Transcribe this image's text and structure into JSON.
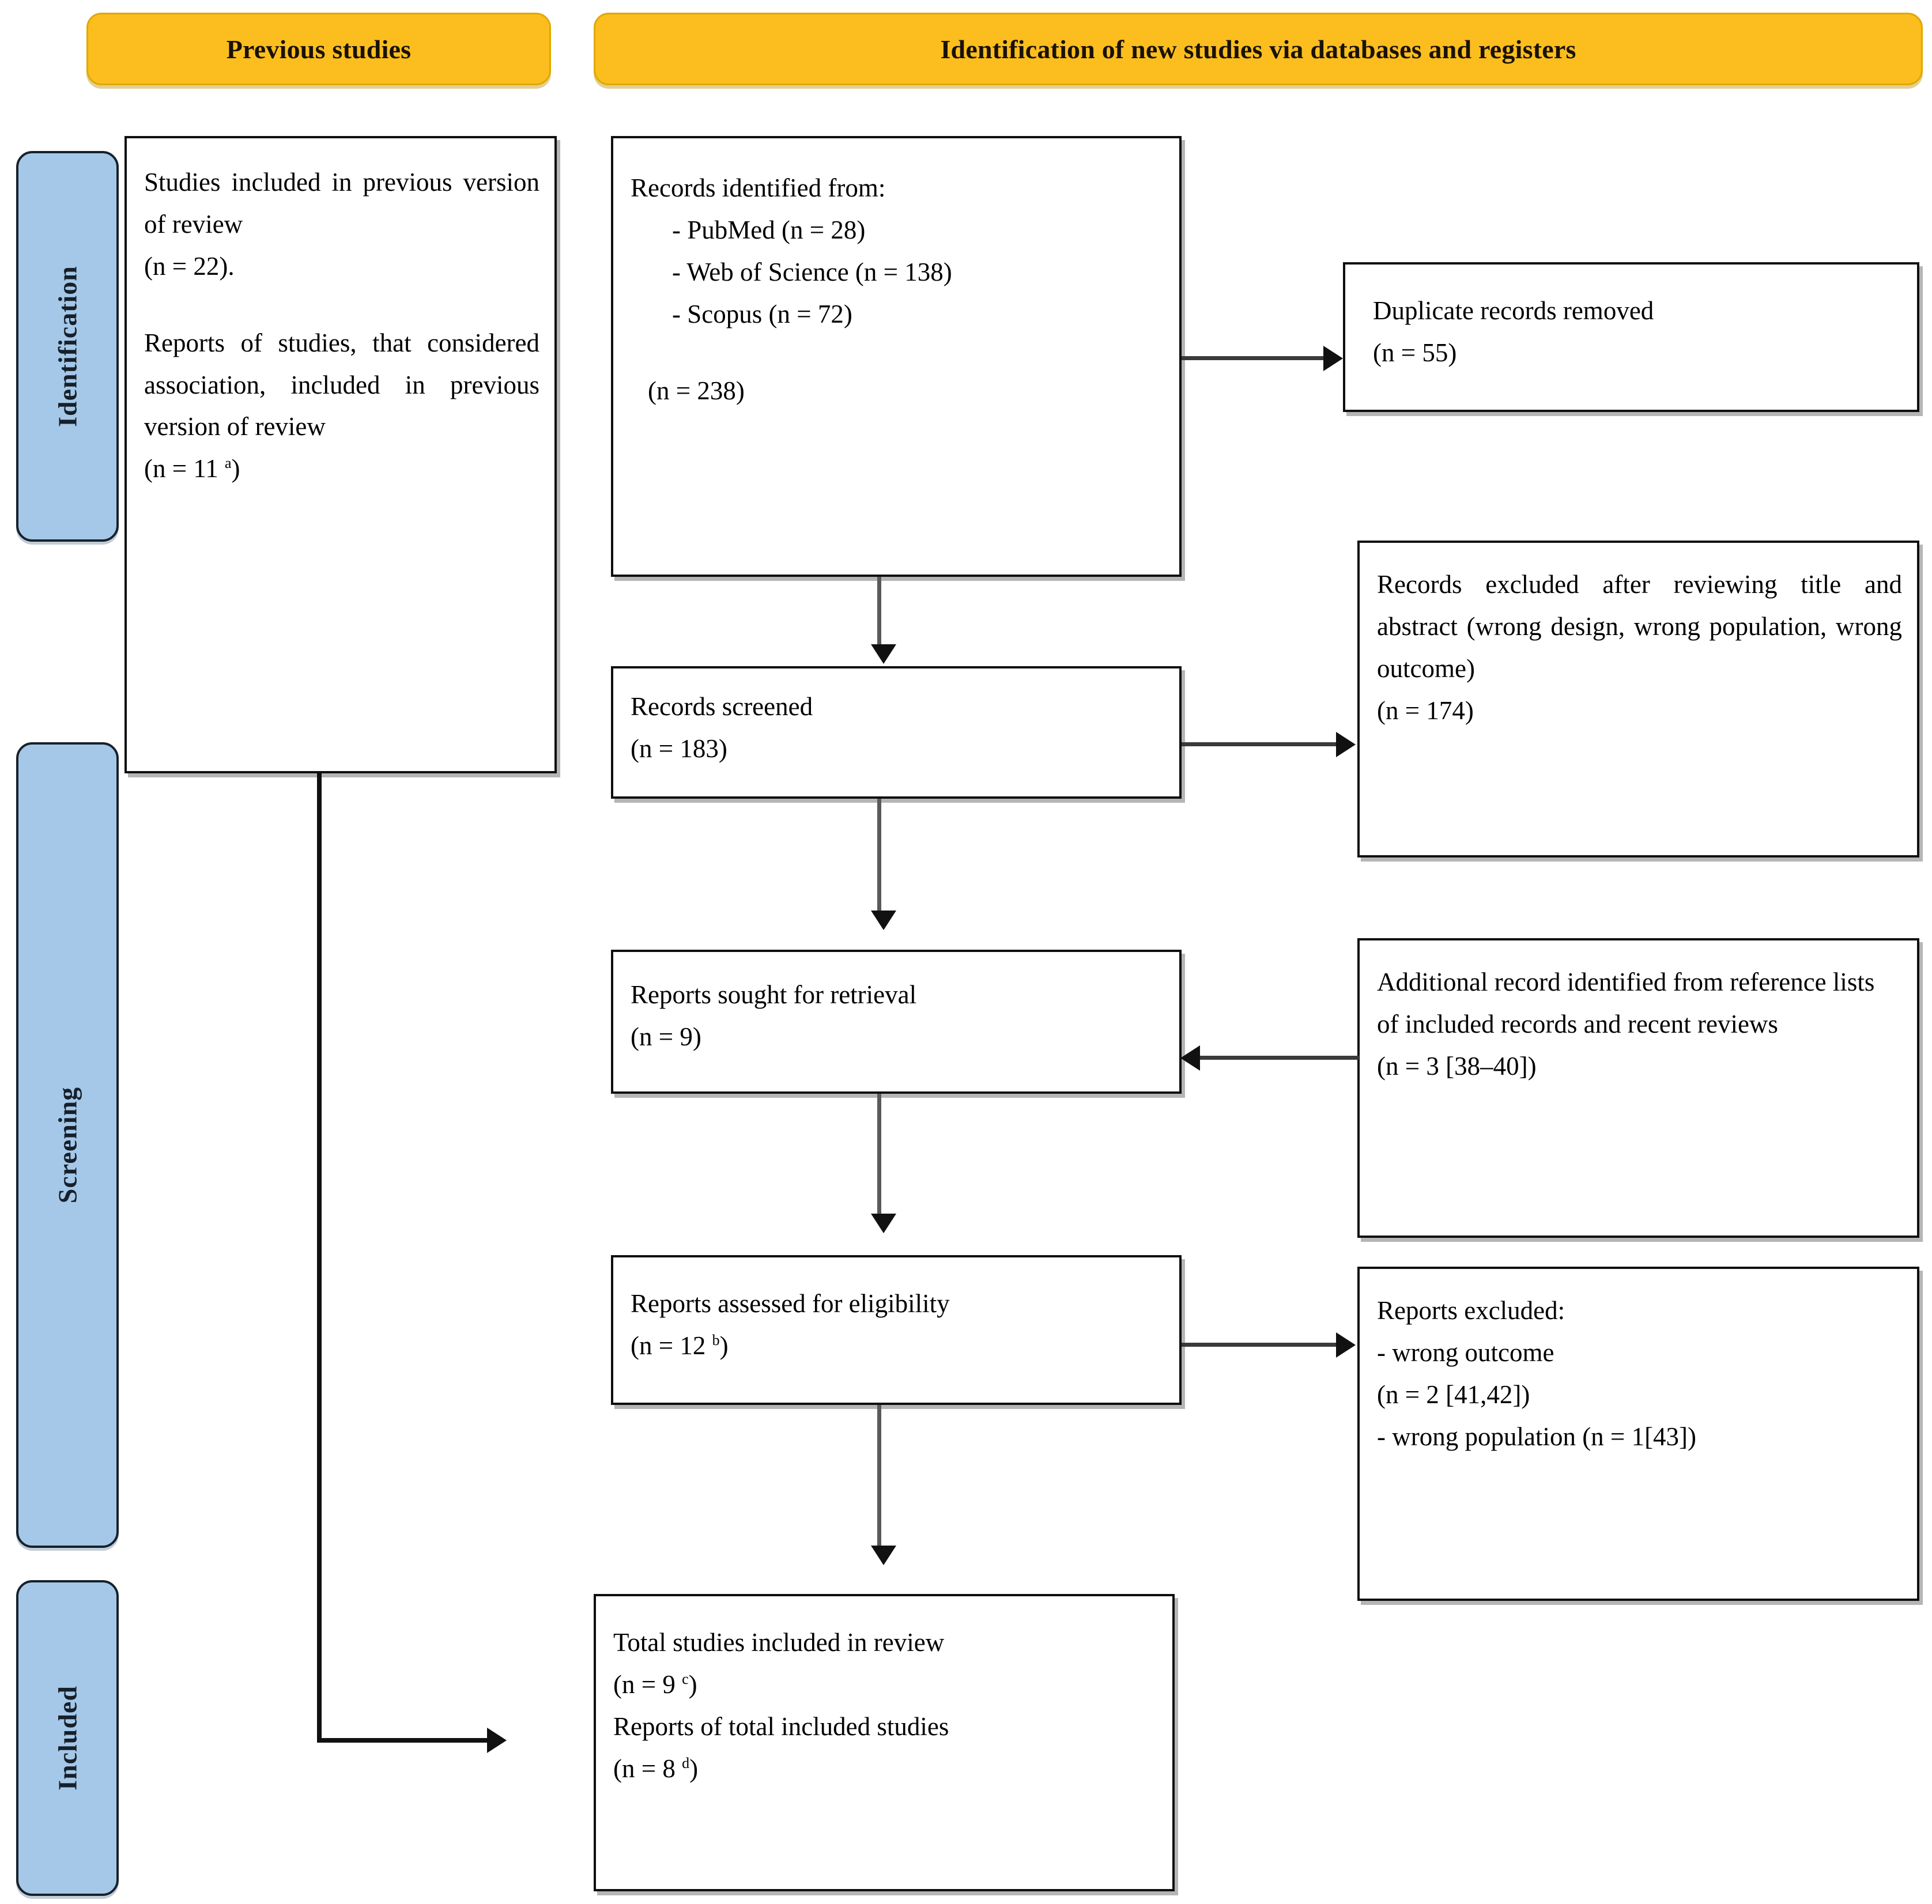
{
  "diagram": {
    "title": "PRISMA flow diagram",
    "colors": {
      "banner_fill": "#FBBE1E",
      "banner_border": "#E0A800",
      "rail_fill": "#A5C8E8",
      "rail_border": "#17212b",
      "box_border": "#0f0f0f",
      "page_background": "#ffffff"
    }
  },
  "banners": {
    "previous_studies": "Previous studies",
    "new_studies": "Identification of new studies via databases and registers"
  },
  "rails": [
    {
      "key": "identification",
      "label": "Identification"
    },
    {
      "key": "screening",
      "label": "Screening"
    },
    {
      "key": "included",
      "label": "Included"
    }
  ],
  "previous_box": {
    "line1": "Studies included in previous version of review",
    "line2": "(n = 22).",
    "line3": "Reports of studies, that considered association, included in previous version of review",
    "line4_prefix": "(n = 11 ",
    "line4_sup": "a",
    "line4_suffix": ")"
  },
  "identified_box": {
    "heading": "Records identified from:",
    "sources": [
      "- PubMed (n = 28)",
      "- Web of Science (n = 138)",
      "- Scopus (n = 72)"
    ],
    "total": "(n = 238)"
  },
  "duplicates_box": {
    "line1": "Duplicate records removed",
    "line2": "(n = 55)"
  },
  "screened_box": {
    "line1": "Records screened",
    "line2": "(n = 183)"
  },
  "excluded_screening_box": {
    "line1": "Records excluded after reviewing title and abstract (wrong design, wrong population, wrong outcome)",
    "line2": "(n = 174)"
  },
  "sought_box": {
    "line1": "Reports sought for retrieval",
    "line2": "(n = 9)"
  },
  "additional_box": {
    "line1": "Additional record identified from reference lists of included records and recent reviews",
    "line2": "(n = 3 [38–40])"
  },
  "assessed_box": {
    "line1": "Reports assessed for eligibility",
    "line2_prefix": "(n = 12 ",
    "line2_sup": "b",
    "line2_suffix": ")"
  },
  "reports_excluded_box": {
    "heading": "Reports excluded:",
    "reason1": "- wrong outcome",
    "count1": "(n = 2 [41,42])",
    "reason2": "- wrong population (n = 1[43])"
  },
  "total_included_box": {
    "line1": "Total studies included in review",
    "line2_prefix": "(n = 9 ",
    "line2_sup": "c",
    "line2_suffix": ")",
    "line3": "Reports of total included studies",
    "line4_prefix": "(n = 8 ",
    "line4_sup": "d",
    "line4_suffix": ")"
  }
}
